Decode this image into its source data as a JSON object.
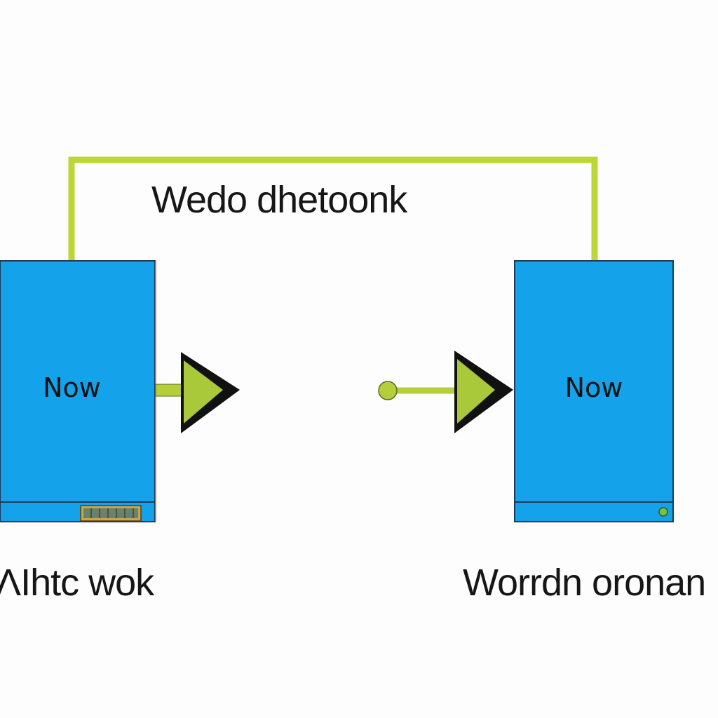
{
  "link": {
    "label": "Wedo dhetoonk"
  },
  "devices": [
    {
      "label": "Now",
      "caption": "ΛΙhtc wok"
    },
    {
      "label": "Now",
      "caption": "Worrdn oronan"
    }
  ],
  "colors": {
    "device_fill": "#14a3ea",
    "device_stroke": "#1d3a5a",
    "link_line": "#b7d433",
    "arrow_fill": "#a9c93a",
    "arrow_outline": "#111111",
    "text": "#161616",
    "background": "#fdfdfd"
  }
}
